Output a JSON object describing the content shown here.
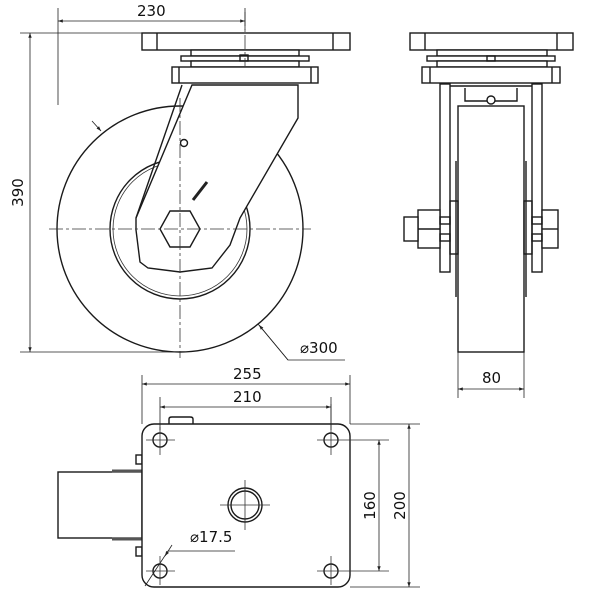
{
  "drawing": {
    "type": "technical-drawing",
    "subject": "swivel castor wheel",
    "colors": {
      "line": "#1a1a1a",
      "background": "#ffffff"
    },
    "views": {
      "side": {
        "dimensions": {
          "offset_width": "230",
          "overall_height": "390",
          "wheel_diameter": "⌀300"
        }
      },
      "front": {
        "dimensions": {
          "wheel_width": "80"
        }
      },
      "top_plate": {
        "dimensions": {
          "plate_length": "255",
          "hole_spacing_length": "210",
          "hole_spacing_width": "160",
          "plate_width": "200",
          "hole_diameter": "⌀17.5"
        }
      }
    }
  }
}
